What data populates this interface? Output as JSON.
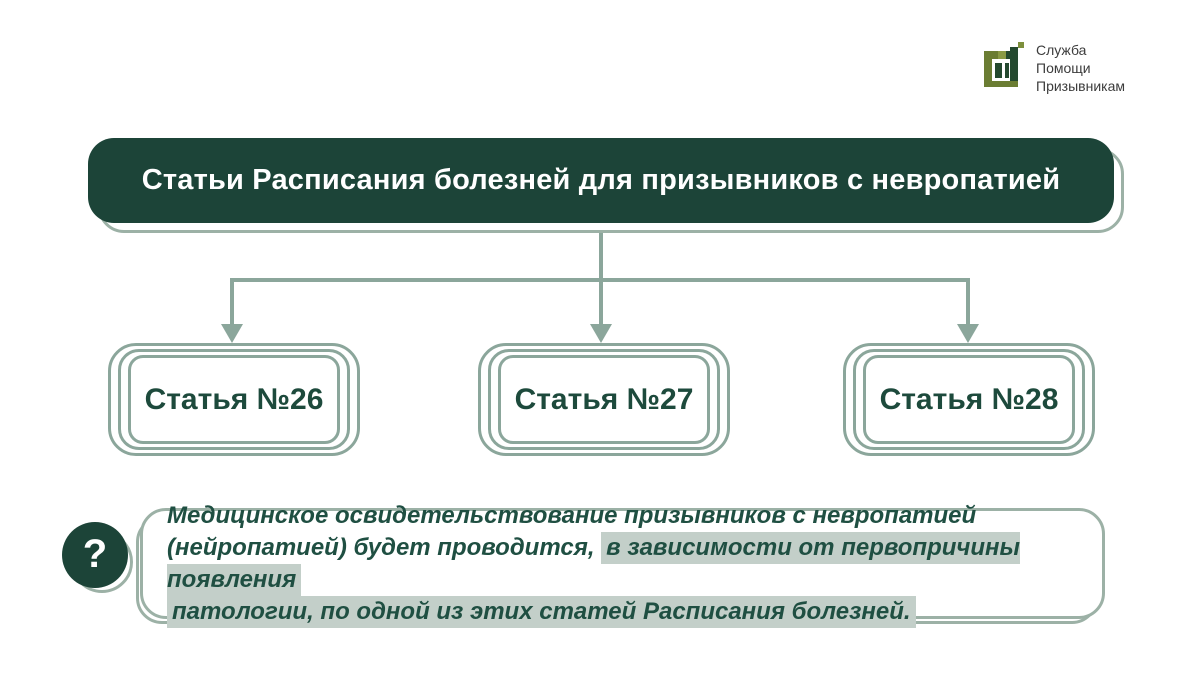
{
  "logo": {
    "name": "Служба Помощи Призывникам",
    "lines": [
      "Служба",
      "Помощи",
      "Призывникам"
    ],
    "icon": "building-monogram-icon"
  },
  "header": {
    "title": "Статьи Расписания болезней для призывников с невропатией"
  },
  "articles": [
    {
      "label": "Статья №26"
    },
    {
      "label": "Статья №27"
    },
    {
      "label": "Статья №28"
    }
  ],
  "note": {
    "icon": "question-mark-icon",
    "question_glyph": "?",
    "segments": [
      {
        "text": "Медицинское освидетельствование призывников с невропатией",
        "highlight": false
      },
      {
        "text": "(нейропатией) будет проводится, ",
        "highlight": false
      },
      {
        "text": "в зависимости от первопричины появления",
        "highlight": true
      },
      {
        "text": "патологии, по одной из этих статей Расписания болезней.",
        "highlight": true
      }
    ]
  },
  "colors": {
    "dark_green": "#1c4438",
    "line_green": "#8ba69b",
    "light_outline": "#9cb1a6",
    "highlight": "#c3cfc9",
    "text_green": "#1f4f42",
    "logo_olive": "#6b7d33",
    "logo_dark_green": "#24492f",
    "logo_light_olive": "#8a9a45"
  }
}
